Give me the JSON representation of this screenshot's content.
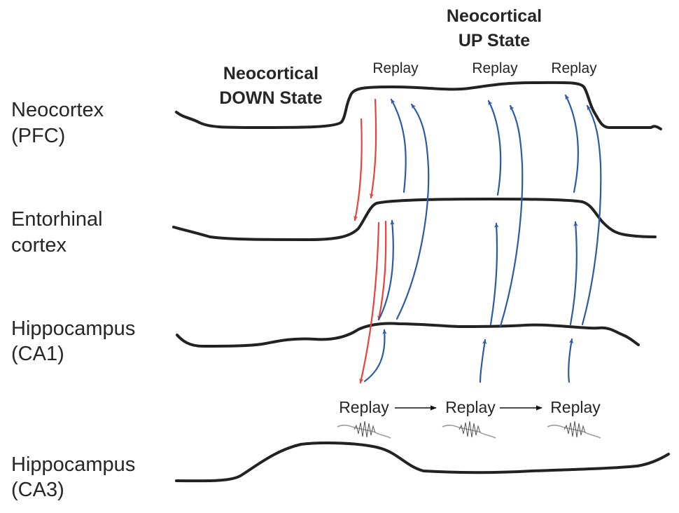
{
  "colors": {
    "trace": "#222222",
    "neocortex_to_hippocampus": "#e8423c",
    "hippocampus_to_neocortex": "#2d5aa8",
    "text": "#262626",
    "ripple": "#9a9a9a"
  },
  "regions": [
    {
      "line1": "Neocortex",
      "line2": "(PFC)"
    },
    {
      "line1": "Entorhinal",
      "line2": "cortex"
    },
    {
      "line1": "Hippocampus",
      "line2": "(CA1)"
    },
    {
      "line1": "Hippocampus",
      "line2": "(CA3)"
    }
  ],
  "states": {
    "down": {
      "line1": "Neocortical",
      "line2": "DOWN State"
    },
    "up": {
      "line1": "Neocortical",
      "line2": "UP State"
    }
  },
  "replay_top": [
    "Replay",
    "Replay",
    "Replay"
  ],
  "replay_bottom": [
    "Replay",
    "Replay",
    "Replay"
  ]
}
